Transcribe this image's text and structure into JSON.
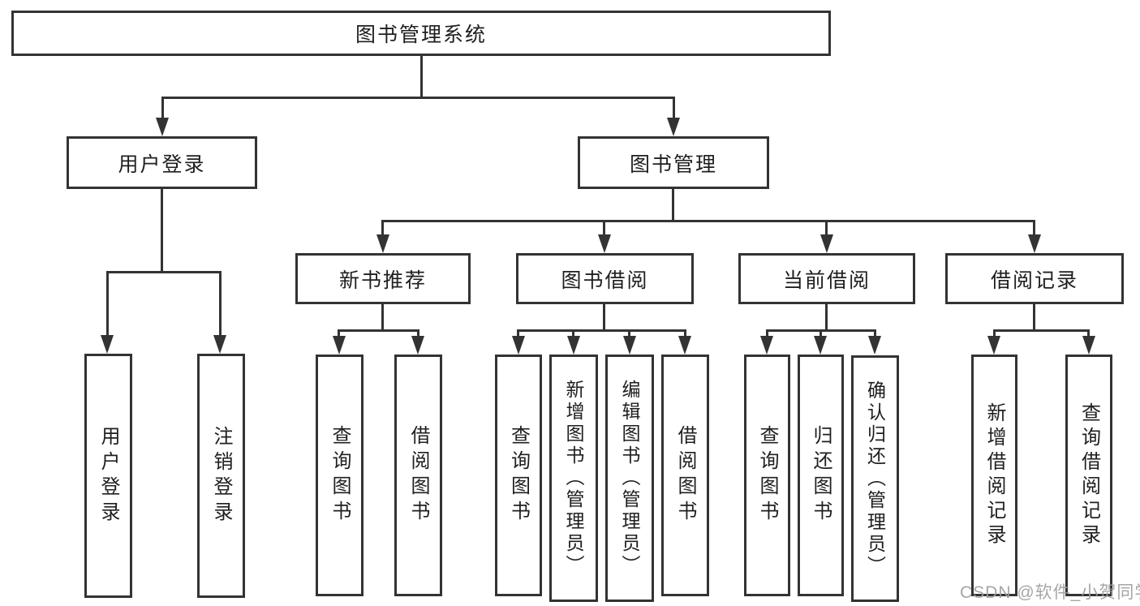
{
  "nodes": {
    "root": "图书管理系统",
    "user_login": "用户登录",
    "book_mgmt": "图书管理",
    "new_book_rec": "新书推荐",
    "book_borrow": "图书借阅",
    "current_borrow": "当前借阅",
    "borrow_record": "借阅记录",
    "leaf_user_login": "用户登录",
    "leaf_logout": "注销登录",
    "leaf_nbr_query": "查询图书",
    "leaf_nbr_borrow": "借阅图书",
    "leaf_bb_query": "查询图书",
    "leaf_bb_add": "新增图书（管理员）",
    "leaf_bb_edit": "编辑图书（管理员）",
    "leaf_bb_borrow": "借阅图书",
    "leaf_cb_query": "查询图书",
    "leaf_cb_return": "归还图书",
    "leaf_cb_confirm": "确认归还（管理员）",
    "leaf_br_add": "新增借阅记录",
    "leaf_br_query": "查询借阅记录"
  },
  "watermark": "CSDN @软件_小贺同学",
  "colors": {
    "line": "#333333",
    "text": "#1f1f1f",
    "watermark": "#9e9e9e",
    "background": "#ffffff"
  }
}
